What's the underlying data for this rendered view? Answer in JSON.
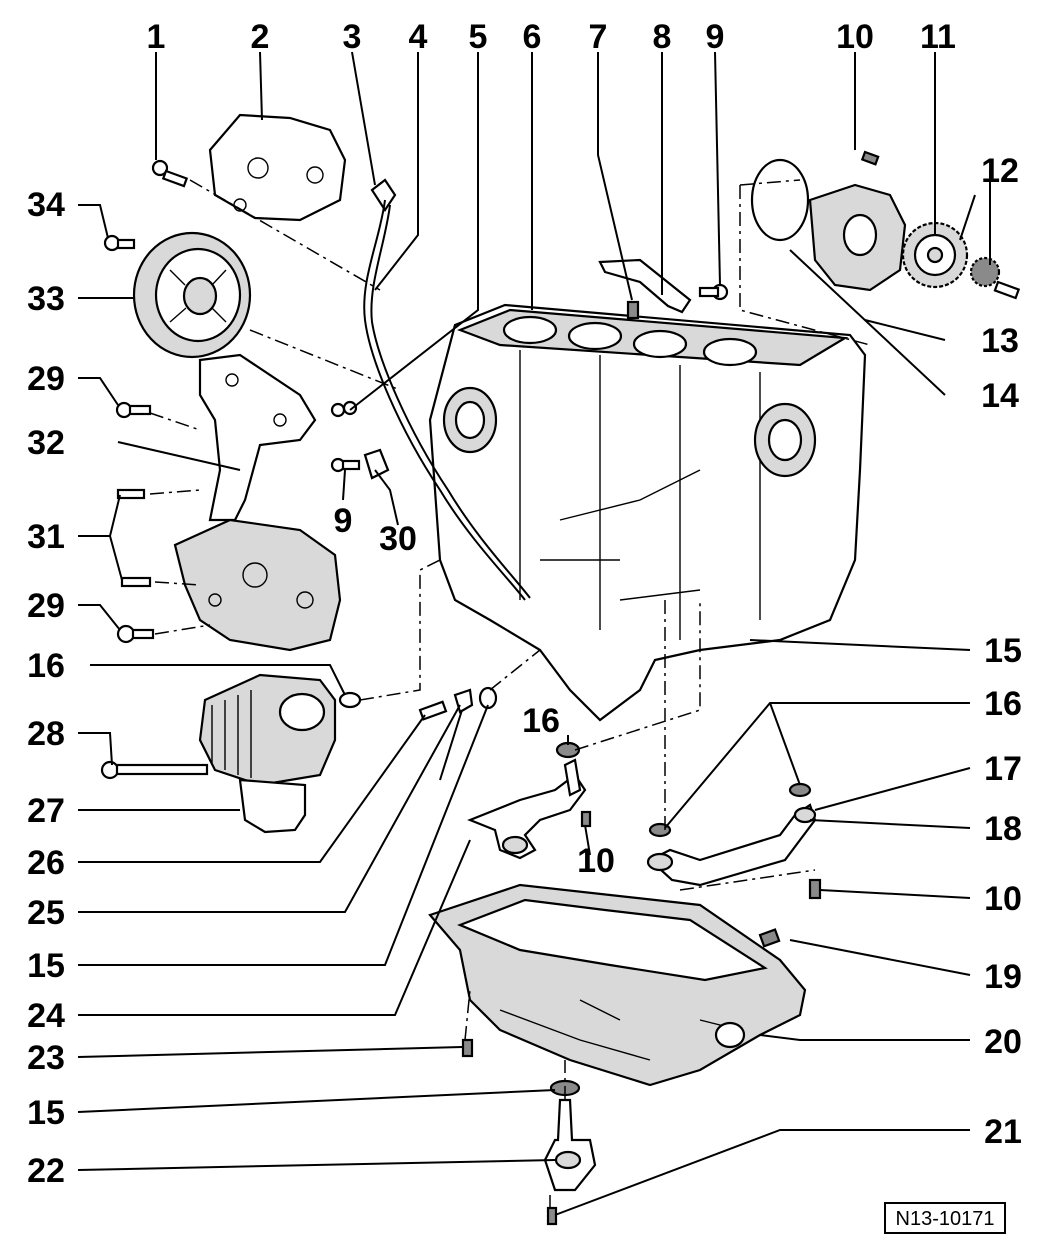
{
  "labels": {
    "n1": "1",
    "n2": "2",
    "n3": "3",
    "n4": "4",
    "n5": "5",
    "n6": "6",
    "n7": "7",
    "n8": "8",
    "n9a": "9",
    "n10a": "10",
    "n11": "11",
    "n12": "12",
    "n13": "13",
    "n14": "14",
    "n34": "34",
    "n33": "33",
    "n29a": "29",
    "n32": "32",
    "n9b": "9",
    "n30": "30",
    "n31": "31",
    "n29b": "29",
    "n16a": "16",
    "n28": "28",
    "n27": "27",
    "n26": "26",
    "n25": "25",
    "n15a": "15",
    "n24": "24",
    "n23": "23",
    "n15b": "15",
    "n22": "22",
    "n15c": "15",
    "n16b": "16",
    "n16c": "16",
    "n17": "17",
    "n18": "18",
    "n10b": "10",
    "n10c": "10",
    "n19": "19",
    "n20": "20",
    "n21": "21"
  },
  "reference": "N13-10171"
}
